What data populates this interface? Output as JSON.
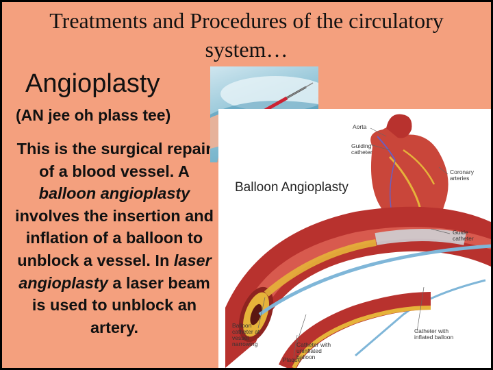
{
  "slide": {
    "title_line1": "Treatments and Procedures of the circulatory",
    "title_line2": "system…",
    "heading": "Angioplasty",
    "pronunciation": "(AN jee oh plass tee)",
    "body": {
      "p1": "This is the surgical repair of a blood vessel. A ",
      "em1": "balloon angioplasty",
      "p2": " involves the insertion and inflation of a balloon to unblock a vessel. In ",
      "em2": "laser angioplasty",
      "p3": " a laser beam is used to unblock an artery."
    }
  },
  "illustration": {
    "title": "Balloon Angioplasty",
    "labels": {
      "aorta": "Aorta",
      "guiding_catheter": "Guiding catheter",
      "coronary_arteries": "Coronary arteries",
      "guide_catheter": "Guide catheter",
      "balloon_catheter": "Balloon catheter at vessel narrowing",
      "catheter_uninflated": "Catheter with uninflated balloon",
      "catheter_inflated": "Catheter with inflated balloon",
      "plaque": "Plaque"
    }
  },
  "colors": {
    "background": "#F4A07E",
    "border": "#000000",
    "artery": "#B8322E",
    "plaque": "#E6B33A",
    "catheter": "#7FB6D8"
  }
}
